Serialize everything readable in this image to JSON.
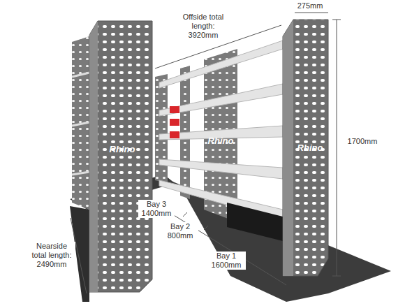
{
  "diagram": {
    "labels": [
      "Offside total length: 3920mm",
      "275mm",
      "1700mm",
      "Bay 3 1400mm",
      "Bay 2 800mm",
      "Bay 1 1600mm",
      "Nearside total length: 2490mm",
      "Rhino",
      "Rhino",
      "Rhino"
    ]
  }
}
